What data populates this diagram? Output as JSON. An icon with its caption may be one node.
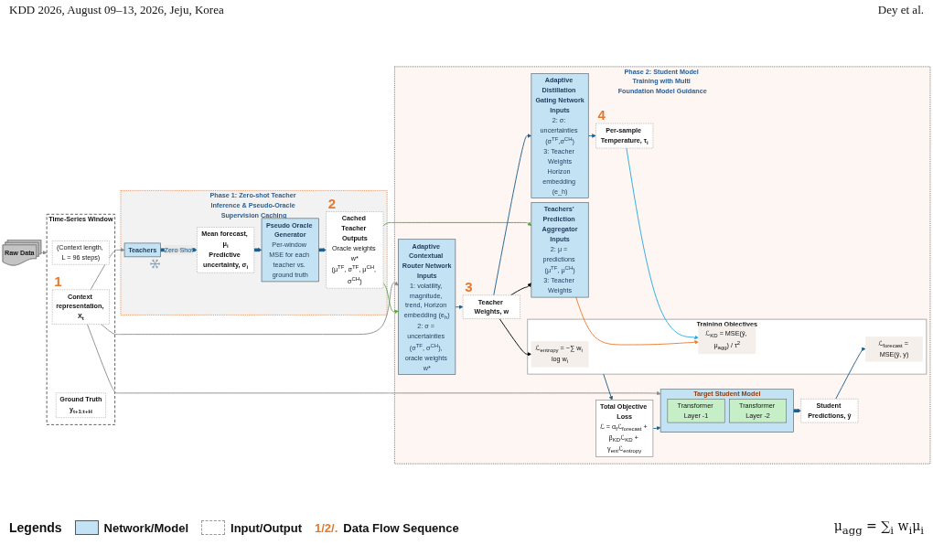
{
  "diagram": {
    "nodes": [
      {
        "text": [
          "Phase 1: Zero-shot Teacher Inference & Pseudo-Oracle Supervision Caching"
        ]
      },
      {
        "text": [
          "Teachers"
        ],
        "in": 0
      },
      {
        "text": [
          "Mean forecast, μ$_{i}$",
          "Predictive uncertainty, σ$_{i}$"
        ],
        "in": 0
      },
      {
        "text": [
          "Pseudo Oracle Generator",
          "Per-window MSE for each teacher vs. ground truth"
        ],
        "in": 0
      },
      {
        "text": [
          "Cached Teacher Outputs",
          "Oracle weights w*",
          "(μ$^{TF}$, σ$^{TF}$, μ$^{CH}$, σ$^{CH}$)"
        ],
        "beside": [
          "2"
        ],
        "in": 0
      },
      {
        "text": [
          "Raw Data"
        ]
      },
      {
        "text": [
          "Time-Series Window"
        ]
      },
      {
        "text": [
          "(Context length, L = 96 steps)"
        ],
        "in": 6
      },
      {
        "text": [
          "Context representation, X$_{t}$"
        ],
        "beside": [
          "1"
        ],
        "in": 6
      },
      {
        "text": [
          "Ground Truth",
          "y$_{t+1:t+H}$"
        ],
        "in": 6
      },
      {
        "text": [
          "Phase 2: Student Model Training with Multi Foundation Model Guidance"
        ]
      },
      {
        "text": [
          "Adaptive Contextual Router Network",
          "Inputs",
          "1: volatility, magnitude, trend, Horizon embedding (e$_{h}$)",
          "2: σ = uncertainties (σ$^{TF}$, σ$^{CH}$), oracle weights w*"
        ],
        "in": 10
      },
      {
        "text": [
          "Teacher Weights, w"
        ],
        "beside": [
          "3"
        ],
        "in": 10
      },
      {
        "text": [
          "Adaptive Distillation Gating Network",
          "Inputs",
          "2: σ: uncertainties (σ$^{TF}$,σ$^{CH}$)",
          "3: Teacher Weights",
          "Horizon embedding (e_h)"
        ],
        "in": 10
      },
      {
        "text": [
          "Per-sample Temperature, τ$_{i}$"
        ],
        "beside": [
          "4"
        ],
        "in": 10
      },
      {
        "text": [
          "Target Student Model"
        ],
        "in": 10
      },
      {
        "text": [
          "Transformer Layer -1"
        ],
        "in": 15
      },
      {
        "text": [
          "Transformer Layer -2"
        ],
        "in": 15
      },
      {
        "text": [
          "Student Predictions, ŷ"
        ],
        "in": 10
      },
      {
        "text": [
          "Training Objectives"
        ],
        "in": 10
      },
      {
        "text": [
          "ℒ$_{entropy}$ = −∑ w$_{i}$ log w$_{i}$"
        ],
        "in": 19
      },
      {
        "text": [
          "ℒ$_{forecast}$ = MSE(ŷ, y)"
        ],
        "in": 19
      },
      {
        "text": [
          "ℒ$_{KD}$ = MSE(ŷ, μ$_{agg}$) / τ$^{2}$"
        ],
        "in": 19
      },
      {
        "text": [
          "Teachers’ Prediction Aggregator",
          "Inputs",
          "2: μ = predictions (μ$^{TF}$, μ$^{CH}$)",
          "3: Teacher Weights"
        ],
        "in": 10
      },
      {
        "text": [
          "Total Objective Loss",
          "ℒ = α$_{f}$ℒ$_{forecast}$ + β$_{KD}$ℒ$_{KD}$ + γ$_{ent}$ℒ$_{entropy}$"
        ],
        "in": 10
      }
    ],
    "edges": [
      {
        "from": 5,
        "to": 6,
        "arrow": "to",
        "color": "#8c8c8c"
      },
      {
        "from": 8,
        "to": 1,
        "arrow": "to",
        "color": "#8c8c8c"
      },
      {
        "from": 8,
        "to": 11,
        "arrow": "to",
        "color": "#8c8c8c"
      },
      {
        "from": 8,
        "to": 15,
        "arrow": "to",
        "color": "#8c8c8c"
      },
      {
        "from": 1,
        "to": 2,
        "arrow": "to",
        "label": "Zero Shot",
        "style": "thick"
      },
      {
        "from": 2,
        "to": 3,
        "arrow": "to",
        "style": "thick"
      },
      {
        "from": 3,
        "to": 4,
        "arrow": "to",
        "style": "thick"
      },
      {
        "from": 4,
        "to": 11,
        "arrow": "to",
        "color": "#5aaa3a"
      },
      {
        "from": 4,
        "to": 23,
        "arrow": "to",
        "color": "#5aaa3a"
      },
      {
        "from": 11,
        "to": 12,
        "arrow": "to"
      },
      {
        "from": 12,
        "to": 13,
        "arrow": "to"
      },
      {
        "from": 13,
        "to": 14,
        "arrow": "to"
      },
      {
        "from": 12,
        "to": 23,
        "arrow": "to",
        "color": "#000000"
      },
      {
        "from": 12,
        "to": 20,
        "arrow": "to",
        "color": "#000000"
      },
      {
        "from": 14,
        "to": 22,
        "arrow": "to",
        "color": "#29a9e1"
      },
      {
        "from": 15,
        "to": 18,
        "arrow": "to",
        "style": "thick"
      },
      {
        "from": 18,
        "to": 21,
        "arrow": "to"
      },
      {
        "from": 23,
        "to": 22,
        "arrow": "to",
        "color": "#ec7b2f"
      },
      {
        "from": 19,
        "to": 24,
        "arrow": "to"
      },
      {
        "from": 24,
        "to": 15,
        "arrow": "to"
      }
    ],
    "labels": [
      "KDD 2026, August 09–13, 2026, Jeju, Korea",
      "Dey et al.",
      "μ$_{agg}$ = ∑$_{i}$ w$_{i}$μ$_{i}$",
      "Legends",
      "1/2/."
    ],
    "legend": [
      {
        "text": "Network/Model",
        "color": "#c3e3f4"
      },
      {
        "text": "Input/Output"
      },
      {
        "text": "Data Flow Sequence"
      }
    ]
  }
}
